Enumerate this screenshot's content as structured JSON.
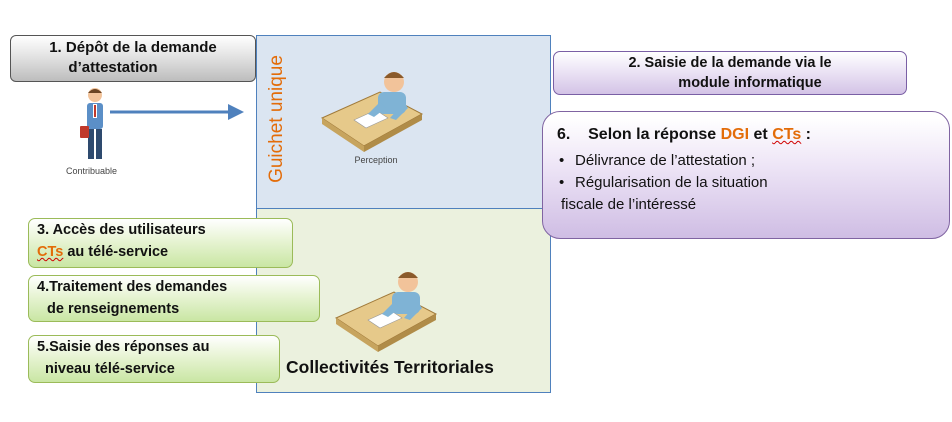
{
  "step1": {
    "line1": "1. Dépôt de la demande",
    "line2": "d’attestation"
  },
  "contributor": {
    "label": "Contribuable"
  },
  "guichet": {
    "label": "Guichet unique",
    "perception_label": "Perception"
  },
  "collectivites": {
    "label": "Collectivités Territoriales"
  },
  "step2": {
    "line1": "2. Saisie de la demande  via le",
    "line2": "module informatique"
  },
  "step6": {
    "title_prefix": "6.    Selon la réponse ",
    "title_dgi": "DGI",
    "title_mid": " et ",
    "title_cts": "CTs",
    "title_suffix": " :",
    "bullets": [
      "Délivrance de l’attestation ;",
      "Régularisation de la situation",
      "fiscale de l’intéressé"
    ]
  },
  "step3": {
    "line1": "3. Accès des utilisateurs",
    "line2_cts": "CTs",
    "line2_rest": " au télé-service"
  },
  "step4": {
    "line1": "4.Traitement des demandes",
    "line2": "de renseignements"
  },
  "step5": {
    "line1": "5.Saisie des réponses au",
    "line2": "niveau télé-service"
  },
  "colors": {
    "guichet_fill": "#dbe5f1",
    "collect_fill": "#ebf1de",
    "border": "#4f81bd",
    "accent_orange": "#e36c09",
    "arrow": "#4f81bd"
  }
}
